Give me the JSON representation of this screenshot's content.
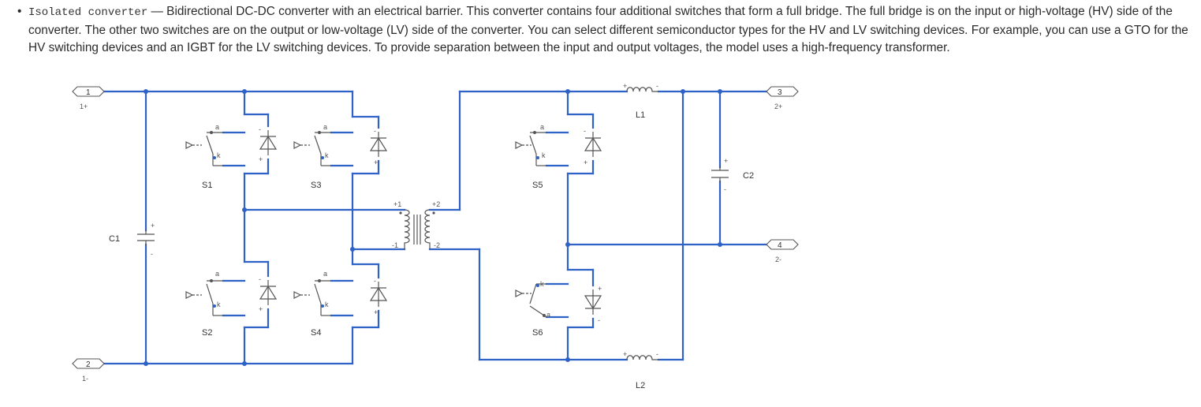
{
  "description": {
    "bullet": "•",
    "code": "Isolated converter",
    "text": " — Bidirectional DC-DC converter with an electrical barrier. This converter contains four additional switches that form a full bridge. The full bridge is on the input or high-voltage (HV) side of the converter. The other two switches are on the output or low-voltage (LV) side of the converter. You can select different semiconductor types for the HV and LV switching devices. For example, you can use a GTO for the HV switching devices and an IGBT for the LV switching devices. To provide separation between the input and output voltages, the model uses a high-frequency transformer."
  },
  "colors": {
    "wire": "#2f62c6",
    "component": "#555555",
    "text": "#2b2b2b"
  },
  "ports": [
    {
      "num": "1",
      "name": "1+"
    },
    {
      "num": "2",
      "name": "1-"
    },
    {
      "num": "3",
      "name": "2+"
    },
    {
      "num": "4",
      "name": "2-"
    }
  ],
  "switches": [
    "S1",
    "S2",
    "S3",
    "S4",
    "S5",
    "S6"
  ],
  "switch_pins": {
    "anode": "a",
    "cathode": "k"
  },
  "capacitors": [
    "C1",
    "C2"
  ],
  "inductors": [
    "L1",
    "L2"
  ],
  "transformer_pins": [
    "+1",
    "-1",
    "+2",
    "-2"
  ],
  "polarity": {
    "plus": "+",
    "minus": "-"
  }
}
